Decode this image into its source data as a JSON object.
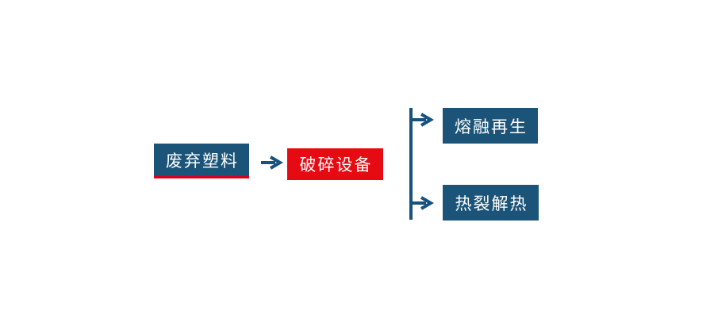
{
  "colors": {
    "node_blue": "#1b5478",
    "node_red": "#e60a12",
    "underline_red": "#d9001b",
    "arrow_blue": "#15527d",
    "node_text": "#ffffff",
    "page_bg": "#ffffff"
  },
  "diagram": {
    "type": "flowchart",
    "direction": "left-to-right",
    "nodes": [
      {
        "id": "waste-plastic",
        "label": "废弃塑料",
        "shape": "rect",
        "fill": "node_blue",
        "underline": "red"
      },
      {
        "id": "crushing-equipment",
        "label": "破碎设备",
        "shape": "rect",
        "fill": "node_red"
      },
      {
        "id": "melt-regeneration",
        "label": "熔融再生",
        "shape": "rect",
        "fill": "node_blue"
      },
      {
        "id": "pyrolysis-heat",
        "label": "热裂解热",
        "shape": "rect",
        "fill": "node_blue"
      }
    ],
    "connections": [
      {
        "from": "waste-plastic",
        "to": "crushing-equipment",
        "style": "arrow"
      },
      {
        "from": "crushing-equipment",
        "to": "melt-regeneration",
        "style": "branch-arrow"
      },
      {
        "from": "crushing-equipment",
        "to": "pyrolysis-heat",
        "style": "branch-arrow"
      }
    ]
  }
}
